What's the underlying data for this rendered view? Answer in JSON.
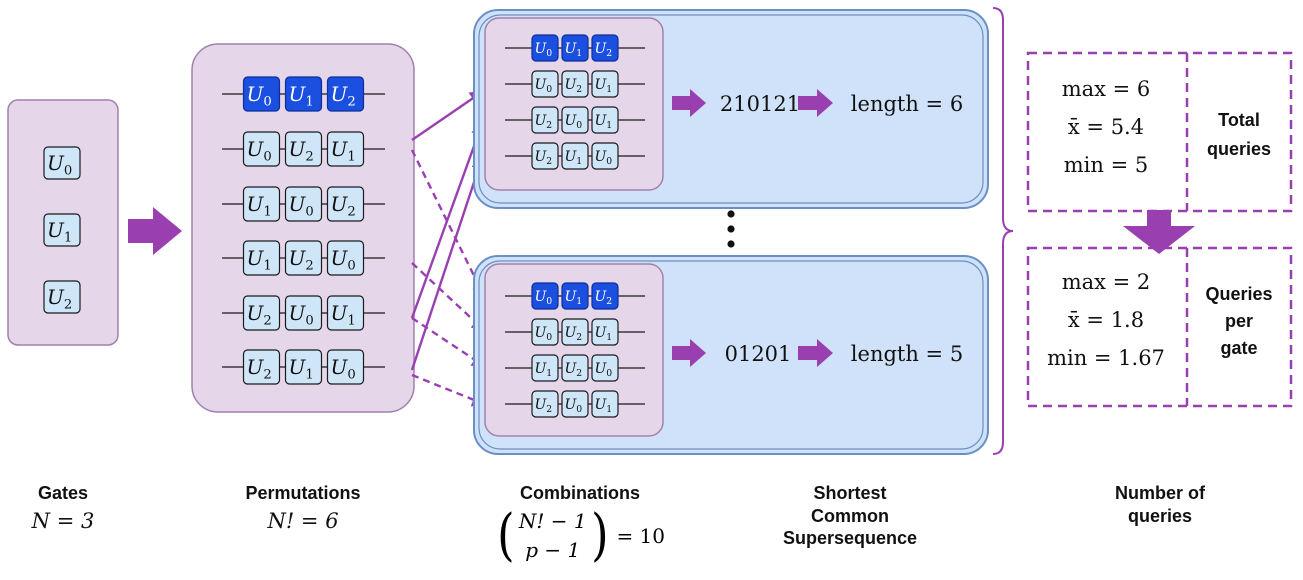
{
  "gates": {
    "items": [
      "U0",
      "U1",
      "U2"
    ],
    "label": "Gates",
    "formula": "N = 3"
  },
  "permutations": {
    "rows": [
      [
        "0",
        "1",
        "2"
      ],
      [
        "0",
        "2",
        "1"
      ],
      [
        "1",
        "0",
        "2"
      ],
      [
        "1",
        "2",
        "0"
      ],
      [
        "2",
        "0",
        "1"
      ],
      [
        "2",
        "1",
        "0"
      ]
    ],
    "label": "Permutations",
    "formula": "N! = 6"
  },
  "combinations": {
    "label": "Combinations",
    "binom_top": "N! − 1",
    "binom_bottom": "p − 1",
    "binom_value": "= 10",
    "groups": [
      {
        "rows": [
          [
            "0",
            "1",
            "2"
          ],
          [
            "0",
            "2",
            "1"
          ],
          [
            "2",
            "0",
            "1"
          ],
          [
            "2",
            "1",
            "0"
          ]
        ],
        "scs": "210121",
        "length": "length = 6"
      },
      {
        "rows": [
          [
            "0",
            "1",
            "2"
          ],
          [
            "0",
            "2",
            "1"
          ],
          [
            "1",
            "2",
            "0"
          ],
          [
            "2",
            "0",
            "1"
          ]
        ],
        "scs": "01201",
        "length": "length = 5"
      }
    ]
  },
  "scs": {
    "label_lines": [
      "Shortest",
      "Common",
      "Supersequence"
    ]
  },
  "queries": {
    "label_lines": [
      "Number of",
      "queries"
    ],
    "total": {
      "title_lines": [
        "Total",
        "queries"
      ],
      "max": "max = 6",
      "mean": "x̄ = 5.4",
      "min": "min = 5"
    },
    "per_gate": {
      "title_lines": [
        "Queries",
        "per",
        "gate"
      ],
      "max": "max = 2",
      "mean": "x̄ = 1.8",
      "min": "min = 1.67"
    }
  },
  "colors": {
    "purple_panel": "#e6d6ea",
    "purple_edge": "#a081ac",
    "arrow": "#9a3fb0",
    "gate_fill": "#cfe6f8",
    "gate_highlight": "#1b4fe0",
    "blue_panel": "#cfe2fa",
    "blue_edge": "#6a8fc4"
  }
}
